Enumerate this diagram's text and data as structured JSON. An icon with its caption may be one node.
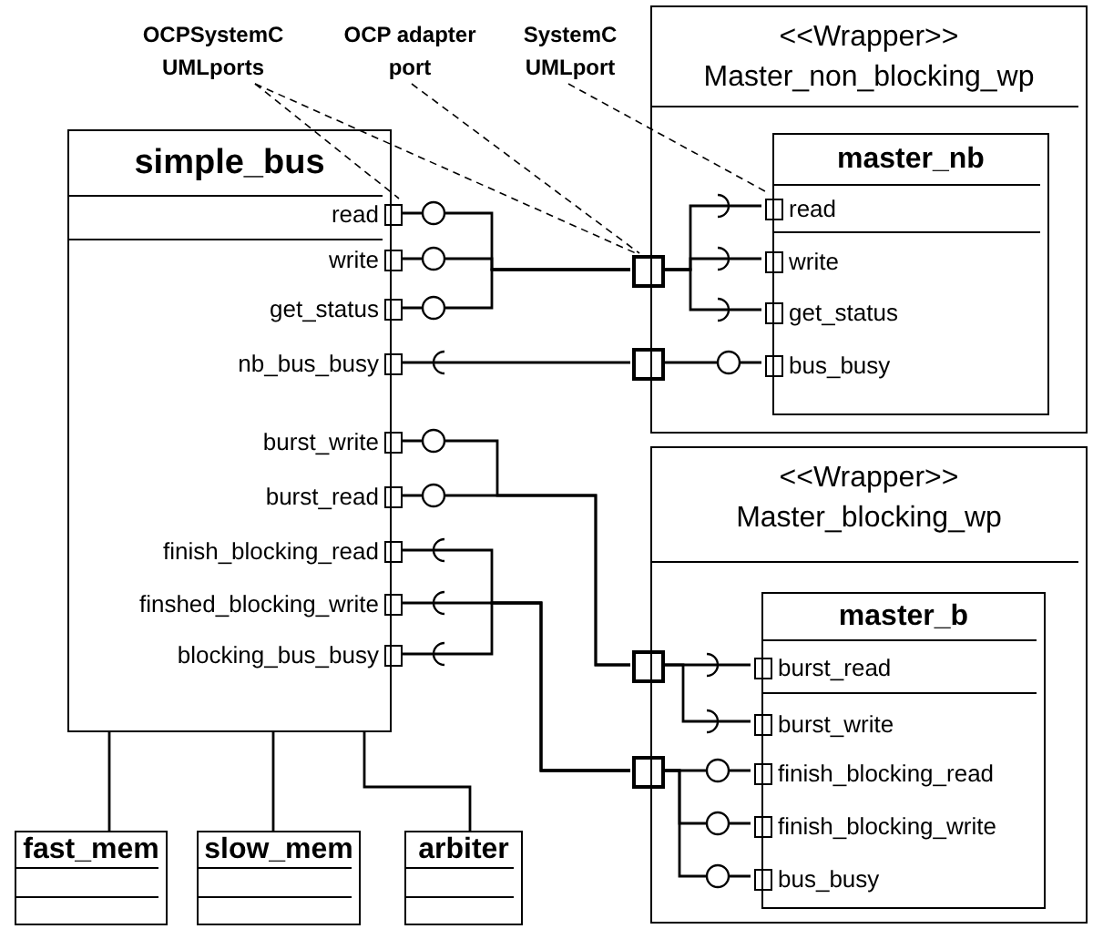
{
  "diagram": {
    "nodes": [
      {
        "text": [
          "OCPSystemC UMLports"
        ]
      },
      {
        "text": [
          "OCP adapter port"
        ]
      },
      {
        "text": [
          "SystemC UMLport"
        ]
      },
      {
        "text": [
          "<<Wrapper>>",
          "Master_non_blocking_wp"
        ]
      },
      {
        "text": [],
        "shape": "box",
        "in": 3
      },
      {
        "text": [],
        "shape": "box",
        "in": 3
      },
      {
        "text": [
          "master_nb"
        ],
        "in": 3
      },
      {
        "text": [
          "read"
        ],
        "in": 6
      },
      {
        "text": [
          "write"
        ],
        "in": 6
      },
      {
        "text": [
          "get_status"
        ],
        "in": 6
      },
      {
        "text": [
          "bus_busy"
        ],
        "in": 6
      },
      {
        "text": [
          "simple_bus"
        ]
      },
      {
        "text": [
          "read"
        ],
        "in": 11
      },
      {
        "text": [
          "write"
        ],
        "in": 11
      },
      {
        "text": [
          "get_status"
        ],
        "in": 11
      },
      {
        "text": [
          "nb_bus_busy"
        ],
        "in": 11
      },
      {
        "text": [
          "burst_write"
        ],
        "in": 11
      },
      {
        "text": [
          "burst_read"
        ],
        "in": 11
      },
      {
        "text": [
          "finish_blocking_read"
        ],
        "in": 11
      },
      {
        "text": [
          "finshed_blocking_write"
        ],
        "in": 11
      },
      {
        "text": [
          "blocking_bus_busy"
        ],
        "in": 11
      },
      {
        "text": [
          "<<Wrapper>>",
          "Master_blocking_wp"
        ]
      },
      {
        "text": [],
        "shape": "box",
        "in": 21
      },
      {
        "text": [],
        "shape": "box",
        "in": 21
      },
      {
        "text": [
          "master_b"
        ],
        "in": 21
      },
      {
        "text": [
          "burst_read"
        ],
        "in": 24
      },
      {
        "text": [
          "burst_write"
        ],
        "in": 24
      },
      {
        "text": [
          "finish_blocking_read"
        ],
        "in": 24
      },
      {
        "text": [
          "finish_blocking_write"
        ],
        "in": 24
      },
      {
        "text": [
          "bus_busy"
        ],
        "in": 24
      },
      {
        "text": [
          "fast_mem"
        ]
      },
      {
        "text": [
          "slow_mem"
        ]
      },
      {
        "text": [
          "arbiter"
        ]
      }
    ],
    "edges": [
      {
        "from": 12,
        "to": 4,
        "arrow": "other"
      },
      {
        "from": 13,
        "to": 4,
        "arrow": "other"
      },
      {
        "from": 14,
        "to": 4,
        "arrow": "other"
      },
      {
        "from": 15,
        "to": 5,
        "arrow": "other"
      },
      {
        "from": 16,
        "to": 22,
        "arrow": "other"
      },
      {
        "from": 17,
        "to": 22,
        "arrow": "other"
      },
      {
        "from": 18,
        "to": 23,
        "arrow": "other"
      },
      {
        "from": 19,
        "to": 23,
        "arrow": "other"
      },
      {
        "from": 20,
        "to": 23,
        "arrow": "other"
      },
      {
        "from": 7,
        "to": 4,
        "arrow": "other"
      },
      {
        "from": 8,
        "to": 4,
        "arrow": "other"
      },
      {
        "from": 9,
        "to": 4,
        "arrow": "other"
      },
      {
        "from": 10,
        "to": 5,
        "arrow": "other"
      },
      {
        "from": 25,
        "to": 22,
        "arrow": "other"
      },
      {
        "from": 26,
        "to": 22,
        "arrow": "other"
      },
      {
        "from": 27,
        "to": 23,
        "arrow": "other"
      },
      {
        "from": 28,
        "to": 23,
        "arrow": "other"
      },
      {
        "from": 29,
        "to": 23,
        "arrow": "other"
      },
      {
        "from": 11,
        "to": 30,
        "arrow": "none"
      },
      {
        "from": 11,
        "to": 31,
        "arrow": "none"
      },
      {
        "from": 11,
        "to": 32,
        "arrow": "none"
      },
      {
        "from": 0,
        "to": 12,
        "arrow": "none",
        "style": "dashed"
      },
      {
        "from": 0,
        "to": 4,
        "arrow": "none",
        "style": "dashed"
      },
      {
        "from": 1,
        "to": 4,
        "arrow": "none",
        "style": "dashed"
      },
      {
        "from": 2,
        "to": 7,
        "arrow": "none",
        "style": "dashed"
      }
    ]
  }
}
